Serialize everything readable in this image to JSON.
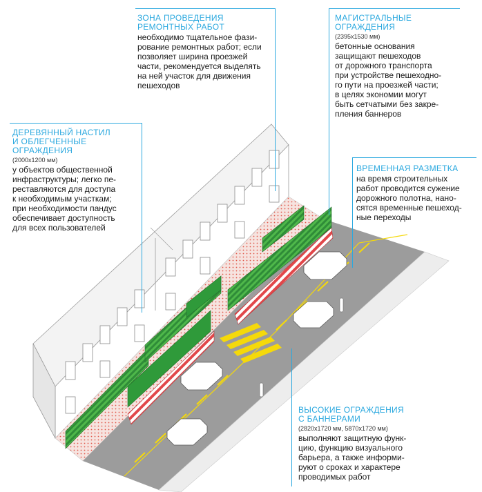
{
  "annotations": {
    "repair_zone": {
      "title": "ЗОНА ПРОВЕДЕНИЯ\nРЕМОНТНЫХ РАБОТ",
      "body": "необходимо тщательное фази-\nрование ремонтных работ; если\nпозволяет ширина проезжей\nчасти, рекомендуется выделять\nна ней участок для движения\nпешеходов"
    },
    "main_barriers": {
      "title": "МАГИСТРАЛЬНЫЕ\nОГРАЖДЕНИЯ",
      "dims": "(2395x1530 мм)",
      "body": "бетонные основания\nзащищают пешеходов\nот дорожного транспорта\nпри устройстве пешеходно-\nго пути на проезжей части;\nв целях экономии могут\nбыть сетчатыми без закре-\nпления баннеров"
    },
    "wooden_deck": {
      "title": "ДЕРЕВЯННЫЙ НАСТИЛ\nИ ОБЛЕГЧЕННЫЕ\nОГРАЖДЕНИЯ",
      "dims": "(2000x1200 мм)",
      "body": "у объектов общественной\nинфраструктуры; легко пе-\nреставляются для доступа\nк необходимым участкам;\nпри необходимости пандус\nобеспечивает доступность\nдля всех пользователей"
    },
    "temp_marking": {
      "title": "ВРЕМЕННАЯ РАЗМЕТКА",
      "body": "на время строительных\nработ проводится сужение\nдорожного полотна, нано-\nсятся временные пешеход-\nные переходы"
    },
    "high_barriers": {
      "title": "ВЫСОКИЕ ОГРАЖДЕНИЯ\nС БАННЕРАМИ",
      "dims": "(2820x1720 мм, 5870x1720 мм)",
      "body": "выполняют защитную функ-\nцию, функцию визуального\nбарьера, а также информи-\nруют о сроках и характере\nпроводимых работ"
    }
  },
  "colors": {
    "accent": "#2aa8df",
    "road": "#9a9a9a",
    "lane_marking": "#f5d90a",
    "barrier_green": "#2f9a3a",
    "barrier_red": "#e2474a",
    "sidewalk_dots": "#e0574a"
  }
}
